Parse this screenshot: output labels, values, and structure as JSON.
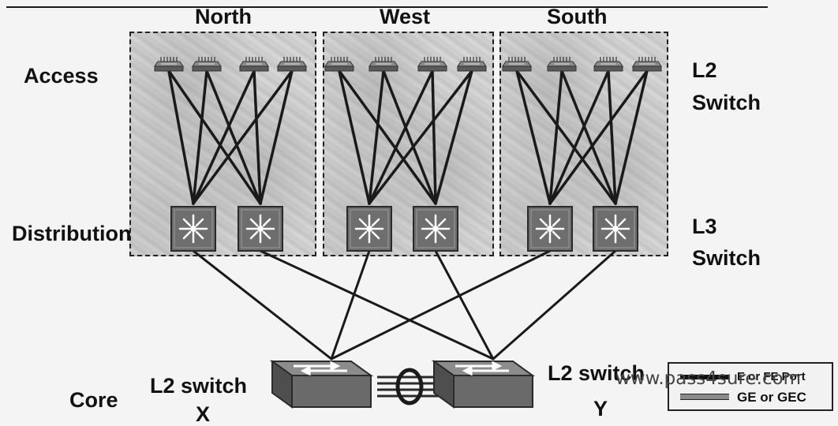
{
  "regions": [
    {
      "title": "North"
    },
    {
      "title": "West"
    },
    {
      "title": "South"
    }
  ],
  "layers": {
    "access": "Access",
    "distribution": "Distribution",
    "core": "Core"
  },
  "side_labels": {
    "l2_line1": "L2",
    "l2_line2": "Switch",
    "l3_line1": "L3",
    "l3_line2": "Switch"
  },
  "core_switches": {
    "x_line1": "L2 switch",
    "x_line2": "X",
    "y_line1": "L2 switch",
    "y_line2": "Y"
  },
  "legend": {
    "item1": "E or FE Port",
    "item2": "GE or GEC"
  },
  "watermark": "www.pass4sure.com",
  "colors": {
    "switch_face": "#6e6e6e",
    "link": "#1a1a1a",
    "region_border": "#222222"
  }
}
